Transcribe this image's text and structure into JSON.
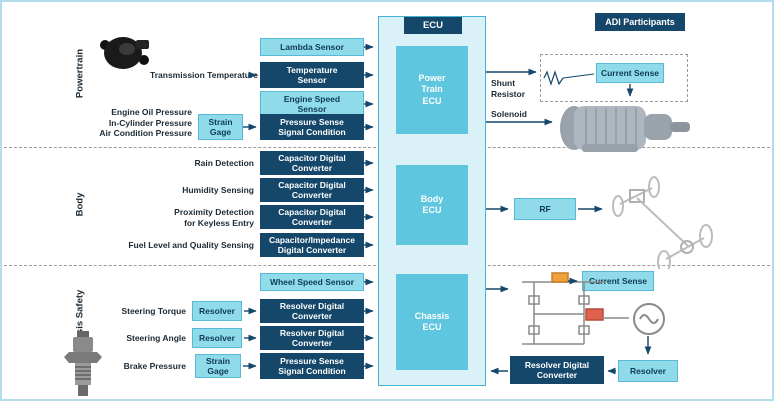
{
  "header": {
    "adi_participants": "ADI Participants"
  },
  "sides": {
    "powertrain": "Powertrain",
    "body": "Body",
    "chassis": "Chassis Safety"
  },
  "ecu": {
    "title": "ECU",
    "powertrain": "Power\nTrain\nECU",
    "body": "Body\nECU",
    "chassis": "Chassis\nECU"
  },
  "powertrain": {
    "transmission_temp": "Transmission Temperature",
    "pressures": "Engine Oil Pressure\nIn-Cylinder Pressure\nAir Condition Pressure",
    "strain_gage": "Strain\nGage",
    "lambda_sensor": "Lambda Sensor",
    "temperature_sensor": "Temperature\nSensor",
    "engine_speed_sensor": "Engine Speed\nSensor",
    "pressure_sense": "Pressure Sense\nSignal Condition",
    "shunt_resistor": "Shunt\nResistor",
    "current_sense": "Current Sense",
    "solenoid": "Solenoid"
  },
  "body": {
    "rain": "Rain Detection",
    "humidity": "Humidity Sensing",
    "proximity": "Proximity Detection\nfor Keyless Entry",
    "fuel": "Fuel Level and Quality Sensing",
    "cap_converter_1": "Capacitor Digital\nConverter",
    "cap_converter_2": "Capacitor Digital\nConverter",
    "cap_converter_3": "Capacitor Digital\nConverter",
    "cap_impedance_converter": "Capacitor/Impedance\nDigital Converter",
    "rf": "RF"
  },
  "chassis": {
    "wheel_speed_sensor": "Wheel Speed Sensor",
    "steering_torque": "Steering Torque",
    "steering_angle": "Steering Angle",
    "brake_pressure": "Brake Pressure",
    "resolver_1": "Resolver",
    "resolver_2": "Resolver",
    "strain_gage": "Strain\nGage",
    "resolver_converter_1": "Resolver Digital\nConverter",
    "resolver_converter_2": "Resolver Digital\nConverter",
    "pressure_sense": "Pressure Sense\nSignal Condition",
    "current_sense": "Current Sense",
    "resolver_converter_right": "Resolver Digital\nConverter",
    "resolver_right": "Resolver"
  },
  "colors": {
    "navy": "#14476a",
    "cyan": "#8fdbea",
    "ecu_fill": "#dbf1f8",
    "ecu_inner": "#5ec6de",
    "highlight_orange": "#f2a23c",
    "highlight_red": "#e2614e"
  }
}
